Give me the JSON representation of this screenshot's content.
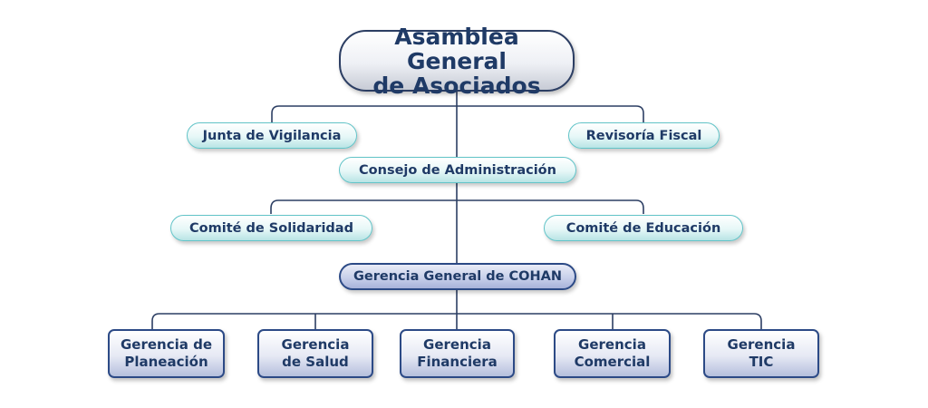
{
  "diagram": {
    "root": {
      "line1": "Asamblea General",
      "line2": "de Asociados"
    },
    "oversight": {
      "left": "Junta de Vigilancia",
      "right": "Revisoría Fiscal"
    },
    "board": "Consejo de Administración",
    "committees": {
      "left": "Comité de Solidaridad",
      "right": "Comité de Educación"
    },
    "general_management": "Gerencia General de COHAN",
    "departments": [
      {
        "line1": "Gerencia de",
        "line2": "Planeación"
      },
      {
        "line1": "Gerencia",
        "line2": "de Salud"
      },
      {
        "line1": "Gerencia",
        "line2": "Financiera"
      },
      {
        "line1": "Gerencia",
        "line2": "Comercial"
      },
      {
        "line1": "Gerencia",
        "line2": "TIC"
      }
    ],
    "colors": {
      "connector": "#2c3e63",
      "navy_border": "#2c4a86",
      "teal_border": "#62c4c8",
      "text": "#1f3a66"
    }
  }
}
